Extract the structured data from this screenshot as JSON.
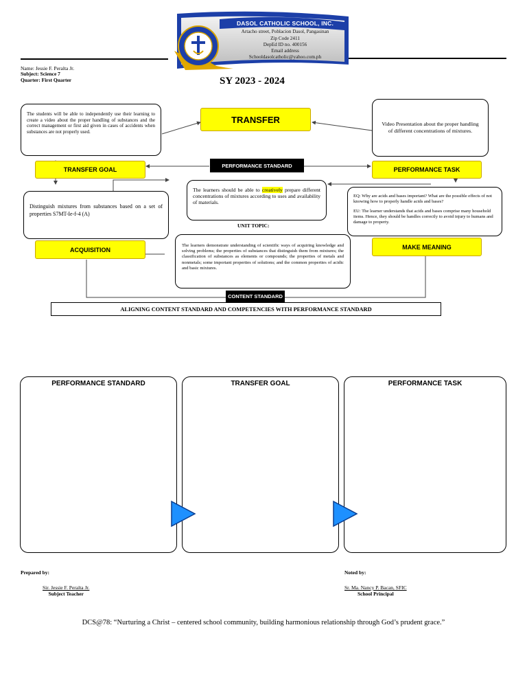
{
  "school": {
    "name": "DASOL CATHOLIC SCHOOL, INC.",
    "address": "Artacho street, Poblacion Dasol, Pangasinan",
    "zip": "Zip Code 2411",
    "deped_id": "DepEd ID no. 400156",
    "email_label": "Email address",
    "email": "Schooldasolcatholic@yahoo.com.ph"
  },
  "school_year": "SY 2023 - 2024",
  "info": {
    "name": "Name:   Jessie F. Peralta Jr.",
    "subject": "Subject: Science 7",
    "quarter": "Quarter: First Quarter"
  },
  "map": {
    "transfer_desc": "The students will be able to independently use their learning to create a video about the proper handling of substances and the correct management or first aid given in cases of accidents when substances are not properly used.",
    "transfer_title": "TRANSFER",
    "task_desc": "Video Presentation about the proper handling of different concentrations of mixtures.",
    "transfer_goal": "TRANSFER GOAL",
    "performance_standard": "PERFORMANCE STANDARD",
    "performance_task": "PERFORMANCE TASK",
    "acq_desc": "Distinguish mixtures from substances based on a set of properties S7MT-Ie-f-4 (A)",
    "ps_desc_pre": "The learners should be able to ",
    "ps_desc_hl": "creatively",
    "ps_desc_post": " prepare different concentrations of mixtures according to uses and availability of materials.",
    "eq": "EQ:  Why are acids and bases important? What are the possible effects of not knowing how to properly handle acids and bases?",
    "eu": "EU: The learner understands that acids and bases comprise many household items. Hence, they should be handles correctly to avoid injury to humans and damage to property.",
    "unit_topic": "UNIT TOPIC:",
    "acquisition": "ACQUISITION",
    "make_meaning": "MAKE MEANING",
    "content_desc": "The learners demonstrate understanding of scientific ways of acquiring knowledge and solving problems; the properties of substances that distinguish them from mixtures; the classification of substances as elements or compounds; the properties of metals and nonmetals; some important properties of solutions; and the common properties of acidic and basic mixtures.",
    "content_standard": "CONTENT STANDARD",
    "aligning": "ALIGNING CONTENT STANDARD AND COMPETENCIES WITH PERFORMANCE STANDARD"
  },
  "boxes": [
    {
      "title": "PERFORMANCE STANDARD"
    },
    {
      "title": "TRANSFER GOAL"
    },
    {
      "title": "PERFORMANCE TASK"
    }
  ],
  "signatures": {
    "prepared_label": "Prepared by:",
    "prepared_name": "Sir. Jessie F. Peralta Jr.",
    "prepared_role": "Subject Teacher",
    "noted_label": "Noted by:",
    "noted_name": "Sr. Ma. Nancy P. Bacan, SFIC",
    "noted_role": "School Principal"
  },
  "motto": "DCS@78: “Nurturing a Christ – centered school community, building harmonious relationship through God’s prudent grace.”",
  "colors": {
    "highlight": "#ffff00",
    "arrow_blue": "#1e90ff",
    "banner_blue": "#1c3fa8"
  }
}
